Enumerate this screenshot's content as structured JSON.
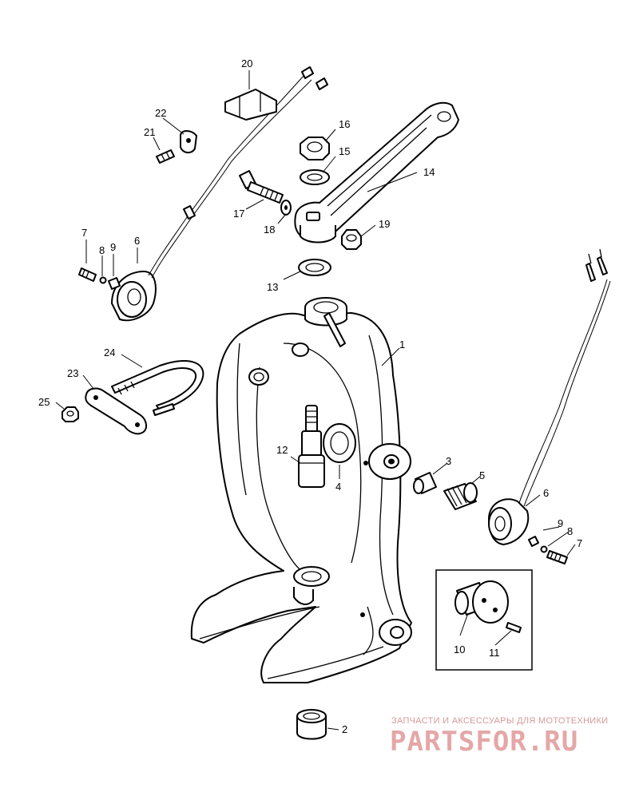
{
  "callouts": {
    "c1": "1",
    "c2": "2",
    "c3": "3",
    "c4": "4",
    "c5": "5",
    "c6a": "6",
    "c6b": "6",
    "c7a": "7",
    "c7b": "7",
    "c8a": "8",
    "c8b": "8",
    "c9a": "9",
    "c9b": "9",
    "c10": "10",
    "c11": "11",
    "c12": "12",
    "c13": "13",
    "c14": "14",
    "c15": "15",
    "c16": "16",
    "c17": "17",
    "c18": "18",
    "c19": "19",
    "c20": "20",
    "c21": "21",
    "c22": "22",
    "c23": "23",
    "c24": "24",
    "c25": "25"
  },
  "watermark": {
    "tagline": "ЗАПЧАСТИ И АКСЕССУАРЫ ДЛЯ МОТОТЕХНИКИ",
    "brand": "PARTSFOR.RU"
  },
  "colors": {
    "line": "#000000",
    "background": "#ffffff",
    "watermark": "#e4a7a7"
  }
}
